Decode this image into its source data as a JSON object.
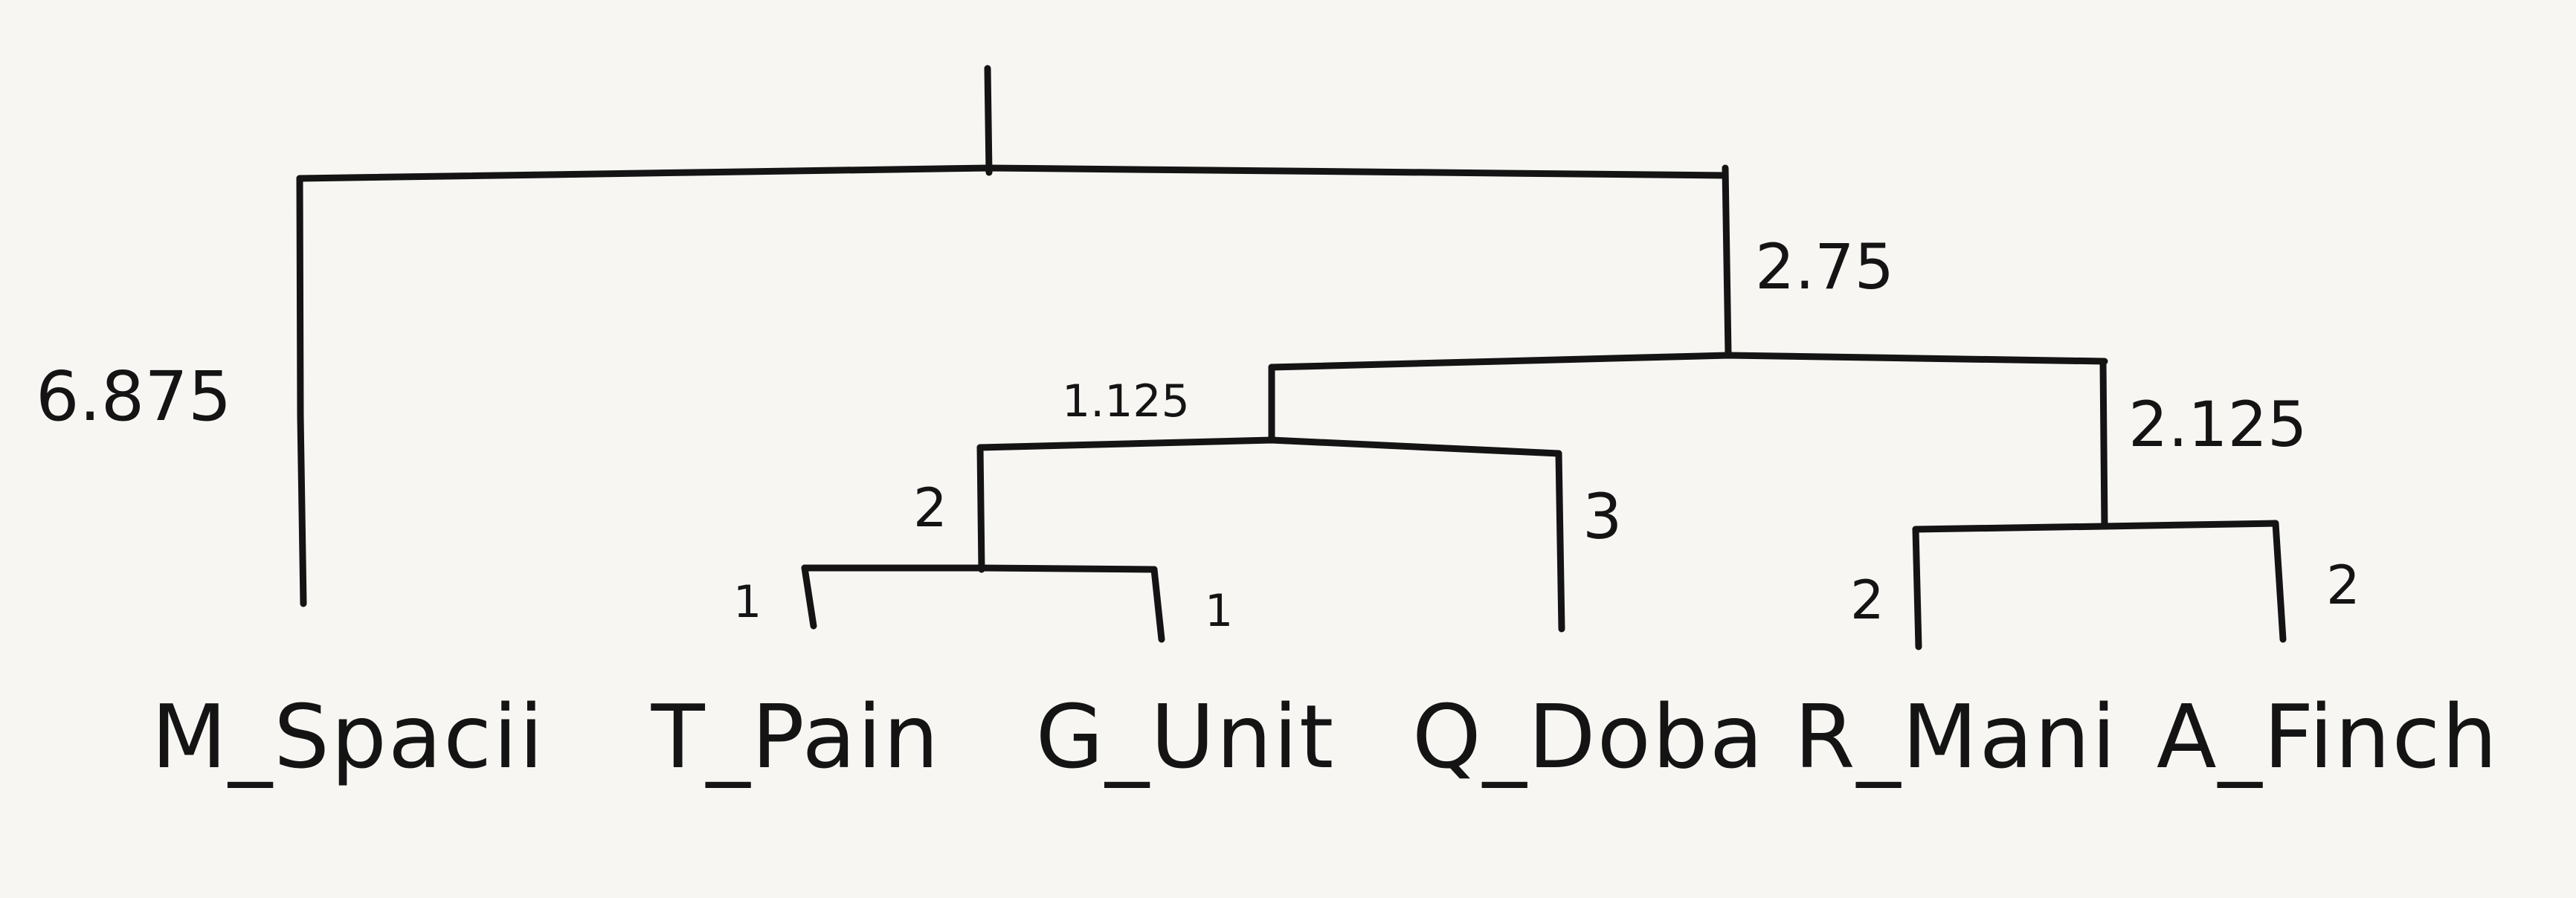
{
  "tree": {
    "leaves": [
      {
        "id": "M_Spacii",
        "label": "M_Spacii"
      },
      {
        "id": "T_Pain",
        "label": "T_Pain"
      },
      {
        "id": "G_Unit",
        "label": "G_Unit"
      },
      {
        "id": "Q_Doba",
        "label": "Q_Doba"
      },
      {
        "id": "R_Mani",
        "label": "R_Mani"
      },
      {
        "id": "A_Finch",
        "label": "A_Finch"
      }
    ],
    "branch_lengths": {
      "m_spacii": "6.875",
      "right_clade": "2.75",
      "tpain_gunit_qdoba": "1.125",
      "rmani_afinch": "2.125",
      "tpain_gunit": "2",
      "qdoba": "3",
      "tpain": "1",
      "gunit": "1",
      "rmani": "2",
      "afinch": "2"
    }
  }
}
